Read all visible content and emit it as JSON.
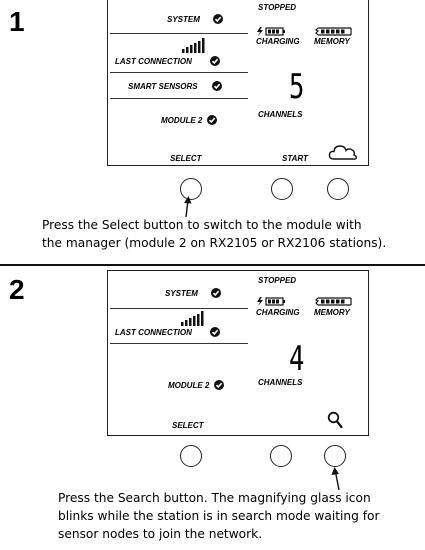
{
  "step1": {
    "number": "1",
    "lcd": {
      "status": "STOPPED",
      "system": "SYSTEM",
      "charging": "CHARGING",
      "memory": "MEMORY",
      "last_connection": "LAST CONNECTION",
      "smart_sensors": "SMART SENSORS",
      "module": "MODULE 2",
      "channels_value": "5",
      "channels_label": "CHANNELS",
      "select_label": "SELECT",
      "start_label": "START",
      "right_icon": "cloud-icon"
    },
    "caption_lines": [
      "Press the Select button to switch to the module with",
      "the manager (module 2 on RX2105 or RX2106 stations)."
    ]
  },
  "step2": {
    "number": "2",
    "lcd": {
      "status": "STOPPED",
      "system": "SYSTEM",
      "charging": "CHARGING",
      "memory": "MEMORY",
      "last_connection": "LAST CONNECTION",
      "module": "MODULE 2",
      "channels_value": "4",
      "channels_label": "CHANNELS",
      "select_label": "SELECT",
      "right_icon": "magnifier-icon"
    },
    "caption_lines": [
      "Press the Search button. The magnifying glass icon",
      "blinks while the station is in search mode waiting for",
      "sensor nodes to join the network."
    ]
  }
}
